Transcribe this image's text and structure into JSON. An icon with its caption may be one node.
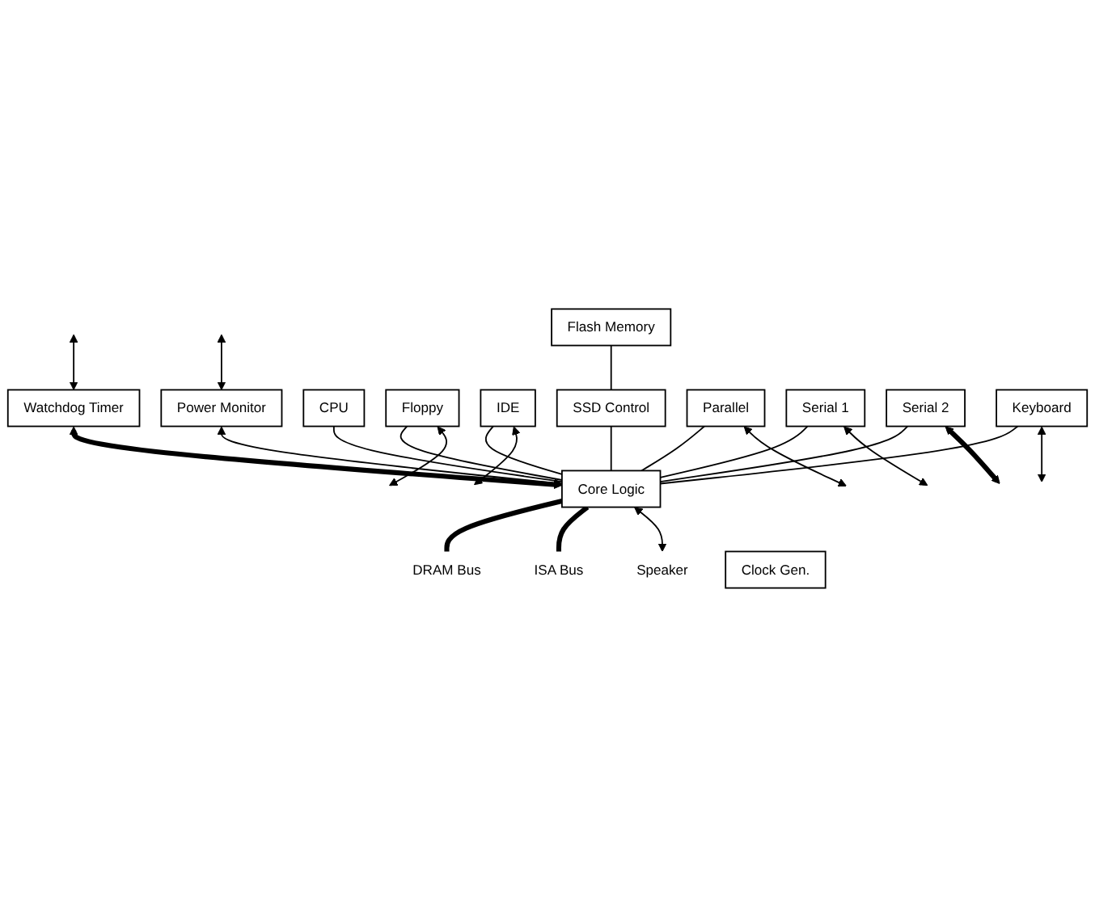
{
  "diagram": {
    "nodes": [
      {
        "text": [
          "Watchdog Timer"
        ]
      },
      {
        "text": [
          "Power Monitor"
        ]
      },
      {
        "text": [
          "CPU"
        ]
      },
      {
        "text": [
          "Floppy"
        ]
      },
      {
        "text": [
          "IDE"
        ]
      },
      {
        "text": [
          "Core Logic"
        ]
      },
      {
        "text": [
          "Flash Memory"
        ]
      },
      {
        "text": [
          "SSD Control"
        ]
      },
      {
        "text": [
          "Parallel"
        ]
      },
      {
        "text": [
          "Serial 1"
        ]
      },
      {
        "text": [
          "Serial 2"
        ]
      },
      {
        "text": [
          "Clock Gen."
        ]
      },
      {
        "text": [
          "Keyboard"
        ]
      },
      {
        "text": [
          "DRAM Bus"
        ]
      },
      {
        "text": [
          "ISA Bus"
        ]
      },
      {
        "text": [
          "Speaker"
        ]
      }
    ],
    "edges": [
      {
        "from": null,
        "to": 0,
        "arrow": "both"
      },
      {
        "from": null,
        "to": 1,
        "arrow": "both"
      },
      {
        "from": 0,
        "to": 5,
        "arrow": "both",
        "style": "thick"
      },
      {
        "from": 1,
        "to": 5,
        "arrow": "both"
      },
      {
        "from": 2,
        "to": 5,
        "arrow": "none"
      },
      {
        "from": 3,
        "to": 5,
        "arrow": "none"
      },
      {
        "from": 4,
        "to": 5,
        "arrow": "none"
      },
      {
        "from": 3,
        "to": null,
        "arrow": "both"
      },
      {
        "from": 4,
        "to": null,
        "arrow": "both"
      },
      {
        "from": 5,
        "to": 13,
        "arrow": "none",
        "style": "thick"
      },
      {
        "from": 6,
        "to": 7,
        "arrow": "none"
      },
      {
        "from": 7,
        "to": 5,
        "arrow": "none"
      },
      {
        "from": 8,
        "to": 5,
        "arrow": "none"
      },
      {
        "from": 9,
        "to": 5,
        "arrow": "none"
      },
      {
        "from": 10,
        "to": 5,
        "arrow": "none"
      },
      {
        "from": 8,
        "to": null,
        "arrow": "both"
      },
      {
        "from": 9,
        "to": null,
        "arrow": "both"
      },
      {
        "from": 10,
        "to": null,
        "arrow": "both",
        "style": "thick"
      },
      {
        "from": 12,
        "to": 5,
        "arrow": "none"
      },
      {
        "from": 12,
        "to": null,
        "arrow": "both"
      },
      {
        "from": 5,
        "to": 14,
        "arrow": "none",
        "style": "thick"
      },
      {
        "from": 5,
        "to": 15,
        "arrow": "both"
      }
    ]
  }
}
